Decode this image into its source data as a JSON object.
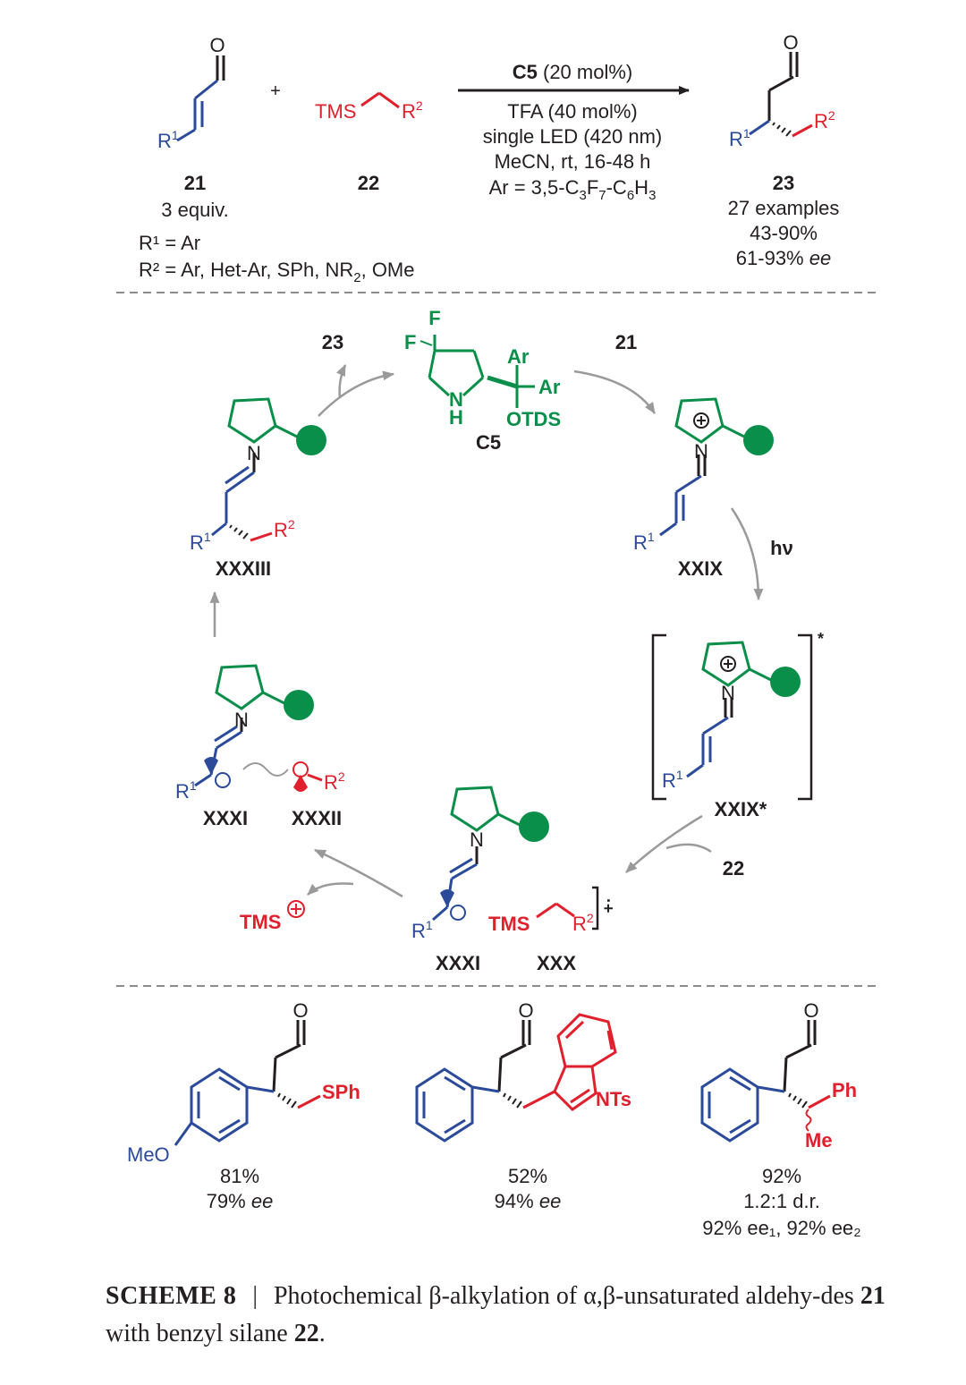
{
  "reaction": {
    "reagent_21": "21",
    "reagent_21_equiv": "3 equiv.",
    "plus": "+",
    "reagent_22": "22",
    "tms": "TMS",
    "r1": "R",
    "r1_sup": "1",
    "r2": "R",
    "r2_sup": "2",
    "oxygen": "O",
    "r1_def": "R¹ = Ar",
    "r2_def_a": "R² = Ar, Het-Ar, SPh, NR",
    "r2_def_sub": "2",
    "r2_def_b": ", OMe",
    "cond_catalyst": "C5",
    "cond_catalyst_loading": " (20 mol%)",
    "cond_acid": "TFA (40 mol%)",
    "cond_light": "single LED (420 nm)",
    "cond_solvent": "MeCN, rt, 16-48 h",
    "cond_ar": "Ar = 3,5-C",
    "cond_ar_sub1": "3",
    "cond_ar_f": "F",
    "cond_ar_sub2": "7",
    "cond_ar_c": "-C",
    "cond_ar_sub3": "6",
    "cond_ar_h": "H",
    "cond_ar_sub4": "3",
    "product_23": "23",
    "product_examples": "27 examples",
    "product_yield": "43-90%",
    "product_ee_value": "61-93% ",
    "product_ee_unit": "ee"
  },
  "cycle": {
    "label_23": "23",
    "label_21": "21",
    "label_22": "22",
    "catalyst_label": "C5",
    "catalyst_F_top": "F",
    "catalyst_F_left": "F",
    "catalyst_Ar_1": "Ar",
    "catalyst_Ar_2": "Ar",
    "catalyst_NH_N": "N",
    "catalyst_NH_H": "H",
    "catalyst_OTDS": "OTDS",
    "nitrogen": "N",
    "hv": "hν",
    "label_XXXIII": "XXXIII",
    "label_XXIX": "XXIX",
    "label_XXIX_star": "XXIX*",
    "excited_star": "*",
    "label_XXXI_left": "XXXI",
    "label_XXXII": "XXXII",
    "label_XXXI_bottom": "XXXI",
    "label_XXX": "XXX",
    "tms_cation": "TMS",
    "radical_cation": "·+"
  },
  "examples": [
    {
      "substituent": "SPh",
      "aryl_sub": "MeO",
      "yield": "81%",
      "ee_value": "79% ",
      "ee_unit": "ee"
    },
    {
      "substituent": "NTs",
      "yield": "52%",
      "ee_value": "94% ",
      "ee_unit": "ee"
    },
    {
      "substituent_top": "Ph",
      "substituent_bottom": "Me",
      "yield": "92%",
      "dr": "1.2:1 d.r.",
      "ee_line": "92% ee₁, 92% ee₂"
    }
  ],
  "caption": {
    "label": "SCHEME 8",
    "separator": "|",
    "text_a": "Photochemical β-alkylation of α,β-unsaturated aldehy-des ",
    "bold_21": "21",
    "text_b": " with benzyl silane ",
    "bold_22": "22",
    "text_c": "."
  },
  "colors": {
    "black": "#231f20",
    "blue": "#2b4a9a",
    "red": "#e0202d",
    "green": "#0a8f4a",
    "arrow_grey": "#9a9a9a",
    "dash_grey": "#8c8c8c"
  }
}
